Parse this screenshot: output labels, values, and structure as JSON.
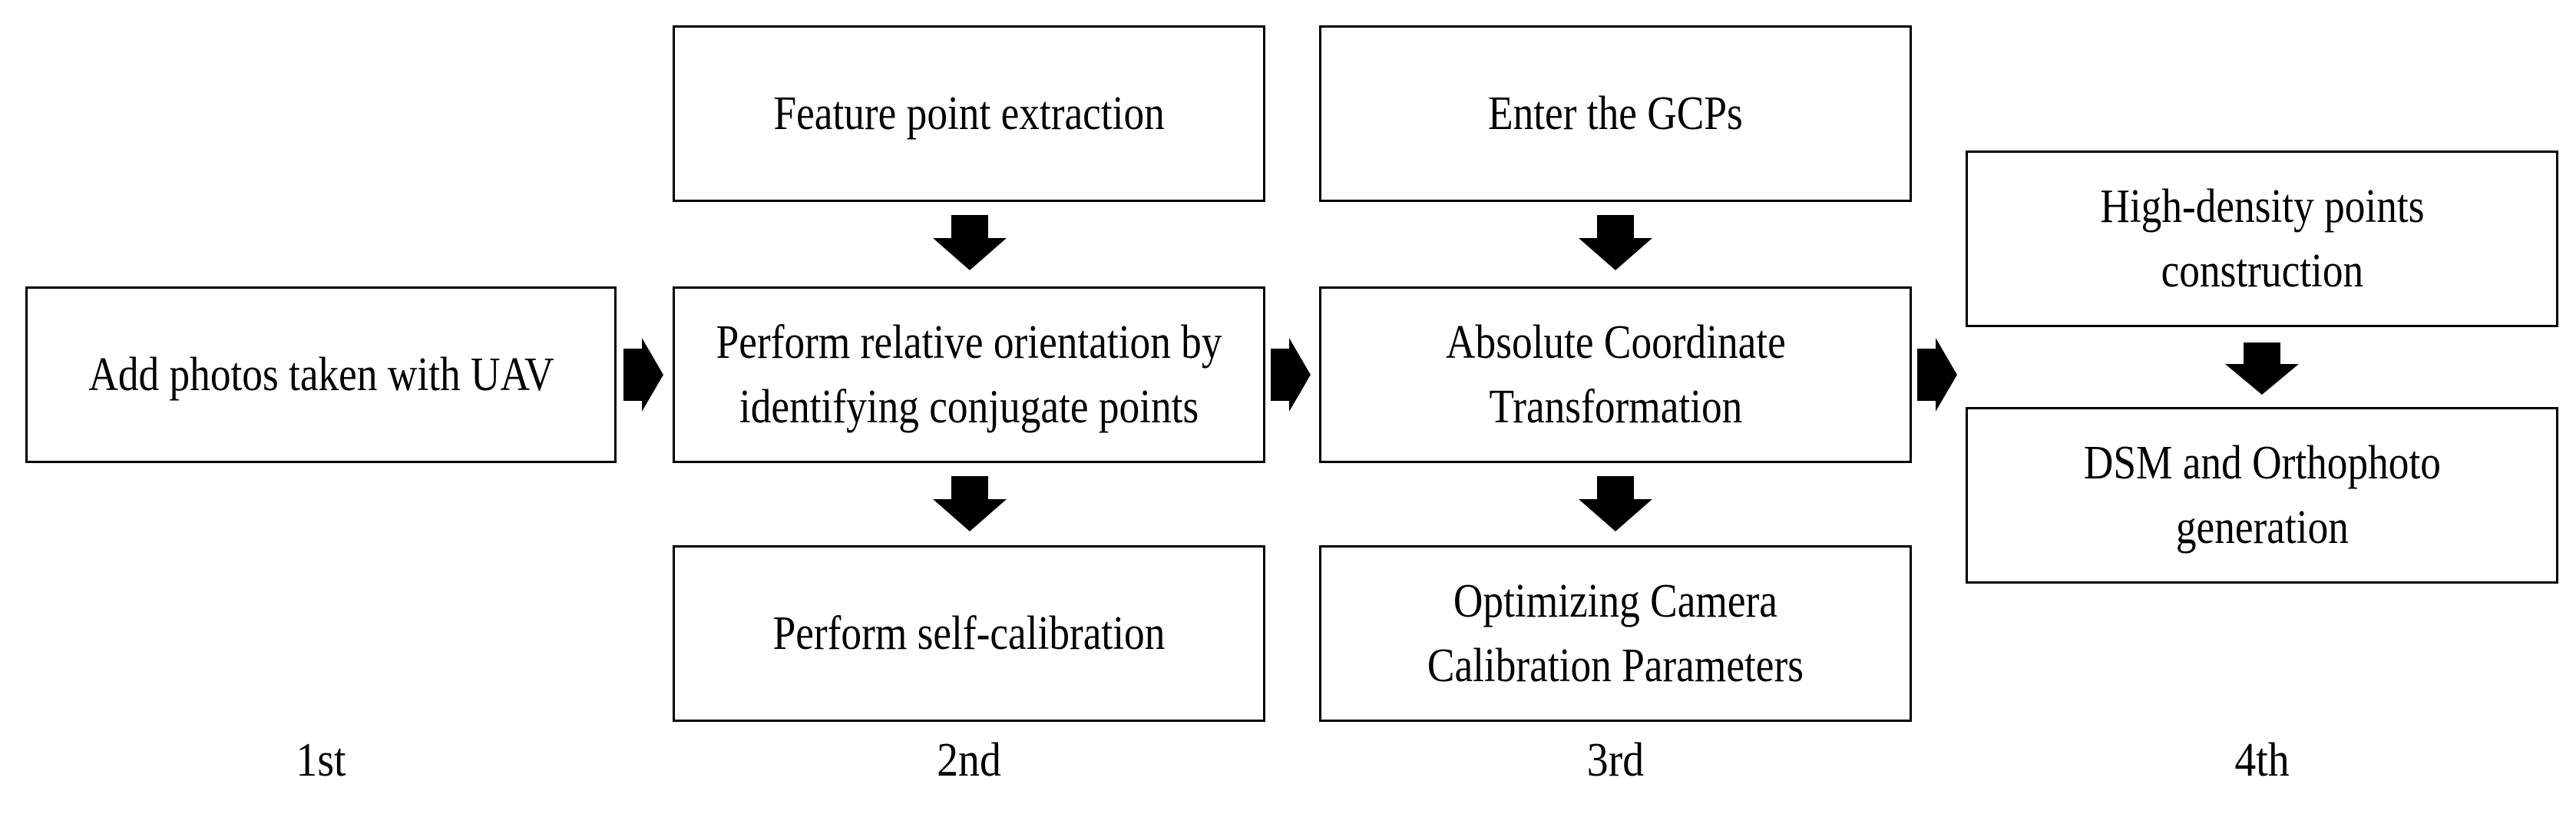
{
  "diagram": {
    "stage1": {
      "add_photos": "Add photos taken with UAV"
    },
    "stage2": {
      "feature_extraction": "Feature point extraction",
      "relative_orientation": [
        "Perform relative orientation by",
        "identifying conjugate points"
      ],
      "self_calibration": "Perform self-calibration"
    },
    "stage3": {
      "enter_gcps": "Enter the GCPs",
      "absolute_transform": [
        "Absolute Coordinate",
        "Transformation"
      ],
      "optimizing": [
        "Optimizing Camera",
        "Calibration Parameters"
      ]
    },
    "stage4": {
      "high_density": [
        "High-density points",
        "construction"
      ],
      "dsm_ortho": [
        "DSM and Orthophoto",
        "generation"
      ]
    },
    "stage_labels": [
      "1st",
      "2nd",
      "3rd",
      "4th"
    ]
  }
}
